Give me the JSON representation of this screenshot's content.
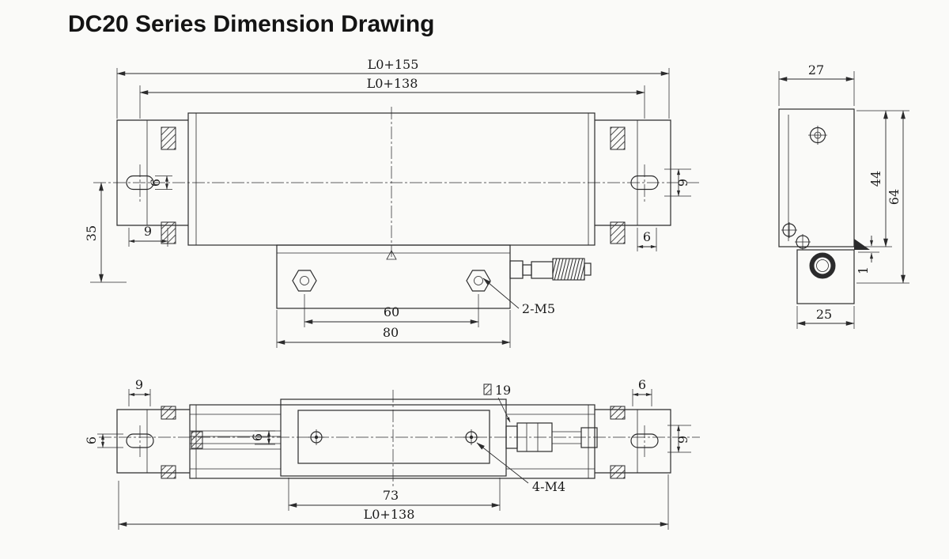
{
  "title": "DC20  Series Dimension Drawing",
  "colors": {
    "ink": "#2b2b2c",
    "paper": "#fafaf8"
  },
  "front": {
    "l0_155": "L0+155",
    "l0_138": "L0+138",
    "h35": "35",
    "w9_left": "9",
    "w6_slot": "6",
    "w9_right": "9",
    "w6_right": "6",
    "w60": "60",
    "w80": "80",
    "label_m5": "2-M5"
  },
  "side": {
    "w27": "27",
    "h44": "44",
    "h64": "64",
    "g1": "1",
    "w25": "25"
  },
  "bottom": {
    "w9_left": "9",
    "w6_left": "6",
    "w6_mid": "6",
    "label_19": "19",
    "w6_right": "6",
    "w9_right": "9",
    "w73": "73",
    "l0_138": "L0+138",
    "label_m4": "4-M4"
  }
}
